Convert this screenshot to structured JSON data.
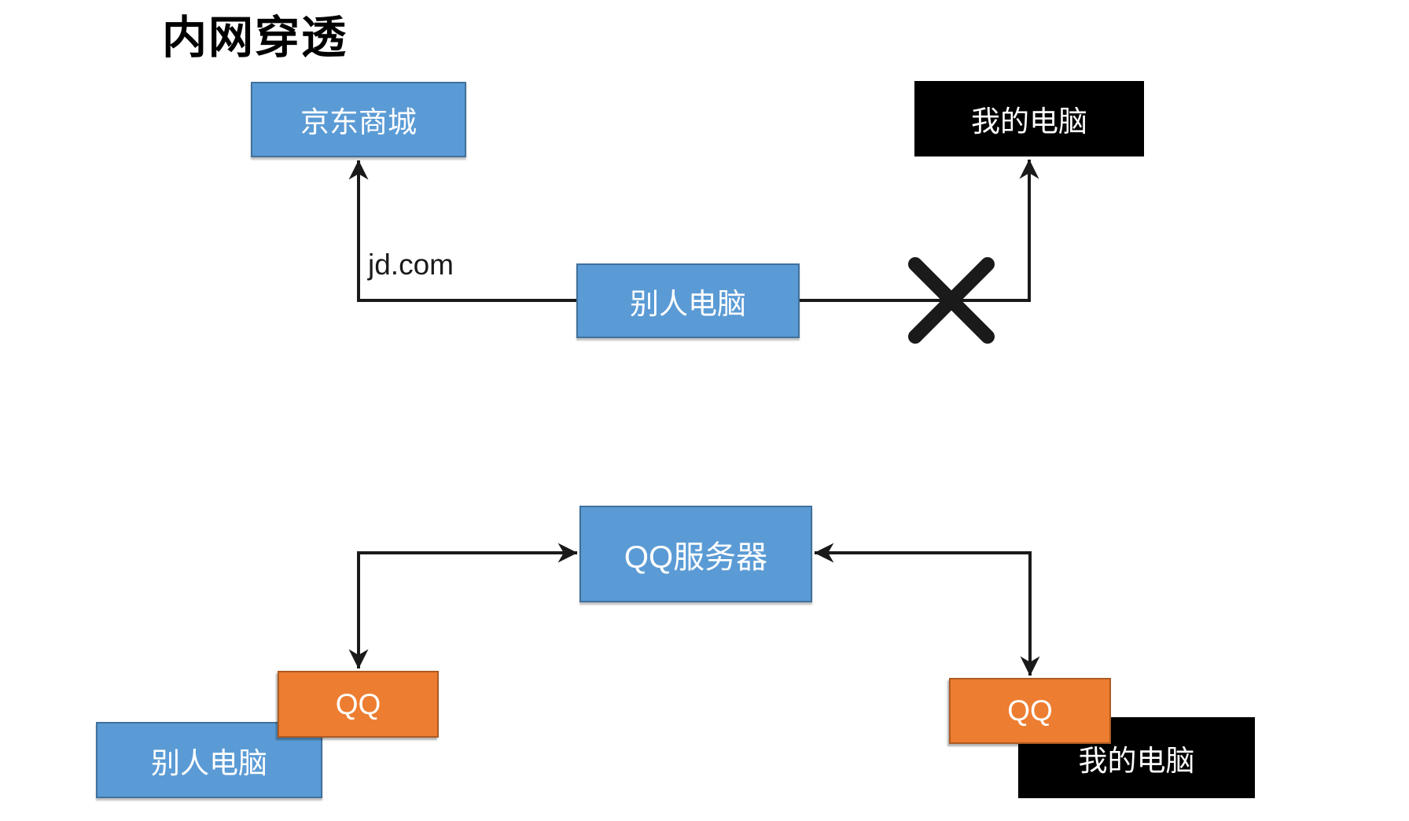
{
  "page": {
    "title": "内网穿透"
  },
  "palette": {
    "background": "#FFFFFF",
    "blue_fill": "#5B9BD5",
    "blue_border": "#41719C",
    "orange_fill": "#ED7D31",
    "orange_border": "#AE5A21",
    "black_fill": "#000000",
    "box_text": "#FFFFFF",
    "connector": "#1A1A1A"
  },
  "scenario_direct": {
    "jd_mall_label": "京东商城",
    "my_computer_label": "我的电脑",
    "other_computer_label": "别人电脑",
    "link_label": "jd.com",
    "blocked_symbol": "✕"
  },
  "scenario_relay": {
    "qq_server_label": "QQ服务器",
    "qq_left_label": "QQ",
    "qq_right_label": "QQ",
    "other_computer_label": "别人电脑",
    "my_computer_label": "我的电脑"
  }
}
